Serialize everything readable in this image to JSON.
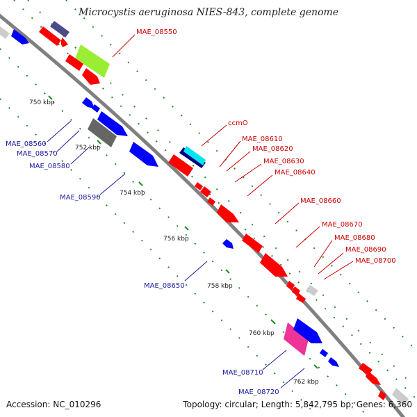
{
  "header": {
    "title": "Microcystis aeruginosa NIES-843, complete genome"
  },
  "footer": {
    "accession": "Accession: NC_010296",
    "summary": "Topology: circular; Length: 5,842,795 bp; Genes: 6,360"
  },
  "colors": {
    "backbone": "#808080",
    "forward": "#ff0000",
    "reverse": "#0000ff",
    "forward_label": "#cc0000",
    "reverse_label": "#1a1aa0",
    "tick": "#228b22",
    "tick_label": "#222222",
    "gray_feature": "#666666",
    "light_feature": "#cccccc",
    "cyan_feature": "#00e5ee",
    "green_feature": "#99ee33",
    "purple_feature": "#4b4b8a",
    "magenta_feature": "#ee3399"
  },
  "ticks": [
    {
      "label": "750 kbp"
    },
    {
      "label": "752 kbp"
    },
    {
      "label": "754 kbp"
    },
    {
      "label": "756 kbp"
    },
    {
      "label": "758 kbp"
    },
    {
      "label": "760 kbp"
    },
    {
      "label": "762 kbp"
    }
  ],
  "gene_labels": [
    {
      "text": "MAE_08550",
      "strand": "forward"
    },
    {
      "text": "MAE_08560",
      "strand": "reverse"
    },
    {
      "text": "MAE_08570",
      "strand": "reverse"
    },
    {
      "text": "MAE_08580",
      "strand": "reverse"
    },
    {
      "text": "MAE_08590",
      "strand": "reverse"
    },
    {
      "text": "ccmO",
      "strand": "forward"
    },
    {
      "text": "MAE_08610",
      "strand": "forward"
    },
    {
      "text": "MAE_08620",
      "strand": "forward"
    },
    {
      "text": "MAE_08630",
      "strand": "forward"
    },
    {
      "text": "MAE_08640",
      "strand": "forward"
    },
    {
      "text": "MAE_08650",
      "strand": "reverse"
    },
    {
      "text": "MAE_08660",
      "strand": "forward"
    },
    {
      "text": "MAE_08670",
      "strand": "forward"
    },
    {
      "text": "MAE_08680",
      "strand": "forward"
    },
    {
      "text": "MAE_08690",
      "strand": "forward"
    },
    {
      "text": "MAE_08700",
      "strand": "forward"
    },
    {
      "text": "MAE_08710",
      "strand": "reverse"
    },
    {
      "text": "MAE_08720",
      "strand": "reverse"
    }
  ]
}
